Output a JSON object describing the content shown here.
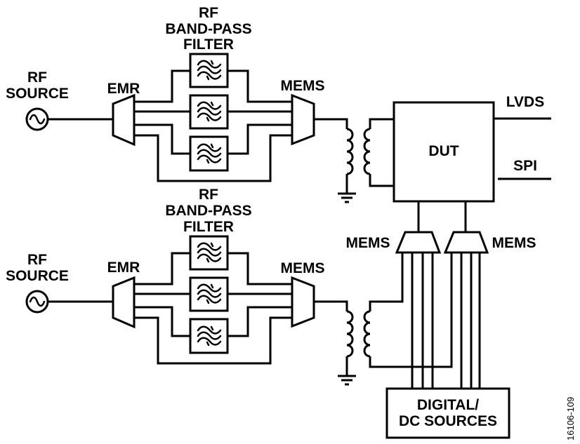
{
  "diagram": {
    "channels": [
      {
        "source_label_line1": "RF",
        "source_label_line2": "SOURCE",
        "source_icon": "ac-sine-source-icon",
        "input_switch_label": "EMR",
        "filter_label_line1": "RF",
        "filter_label_line2": "BAND-PASS",
        "filter_label_line3": "FILTER",
        "filter_count": 3,
        "filter_icon": "band-pass-filter-icon",
        "output_switch_label": "MEMS",
        "has_bypass_path": true,
        "coupling": "transformer"
      },
      {
        "source_label_line1": "RF",
        "source_label_line2": "SOURCE",
        "source_icon": "ac-sine-source-icon",
        "input_switch_label": "EMR",
        "filter_label_line1": "RF",
        "filter_label_line2": "BAND-PASS",
        "filter_label_line3": "FILTER",
        "filter_count": 3,
        "filter_icon": "band-pass-filter-icon",
        "output_switch_label": "MEMS",
        "has_bypass_path": true,
        "coupling": "transformer"
      }
    ],
    "dut": {
      "label": "DUT"
    },
    "outputs": [
      {
        "label": "LVDS",
        "direction": "output"
      },
      {
        "label": "SPI",
        "direction": "bidirectional"
      }
    ],
    "lower_switches": [
      {
        "label": "MEMS",
        "outputs": 4
      },
      {
        "label": "MEMS",
        "outputs": 4
      }
    ],
    "supply": {
      "label_line1": "DIGITAL/",
      "label_line2": "DC SOURCES"
    },
    "figure_id": "16106-109"
  }
}
